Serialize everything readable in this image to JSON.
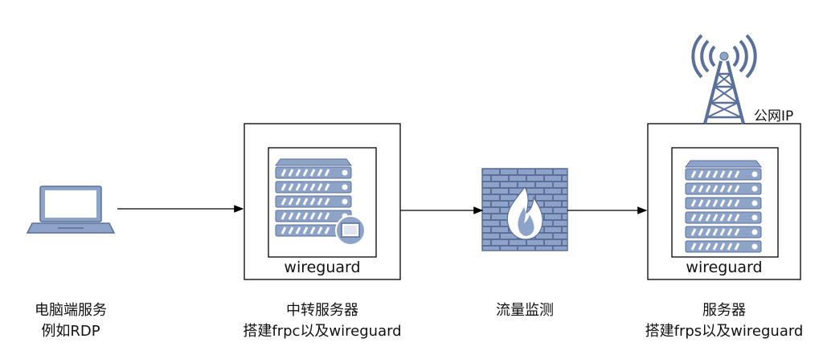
{
  "nodes": {
    "client": {
      "line1": "电脑端服务",
      "line2": "例如RDP"
    },
    "relay": {
      "line1": "中转服务器",
      "line2": "搭建frpc以及wireguard",
      "caption": "wireguard"
    },
    "firewall": {
      "line1": "流量监测"
    },
    "server": {
      "line1": "服务器",
      "line2": "搭建frps以及wireguard",
      "caption": "wireguard",
      "tower_label": "公网IP"
    }
  },
  "icons": {
    "client": "laptop-icon",
    "relay": "server-icon",
    "firewall": "firewall-icon",
    "server": "server-icon",
    "tower": "radio-tower-icon"
  },
  "colors": {
    "icon_fill": "#8ea3c8",
    "icon_stroke": "#5a6f99",
    "line": "#000000"
  }
}
